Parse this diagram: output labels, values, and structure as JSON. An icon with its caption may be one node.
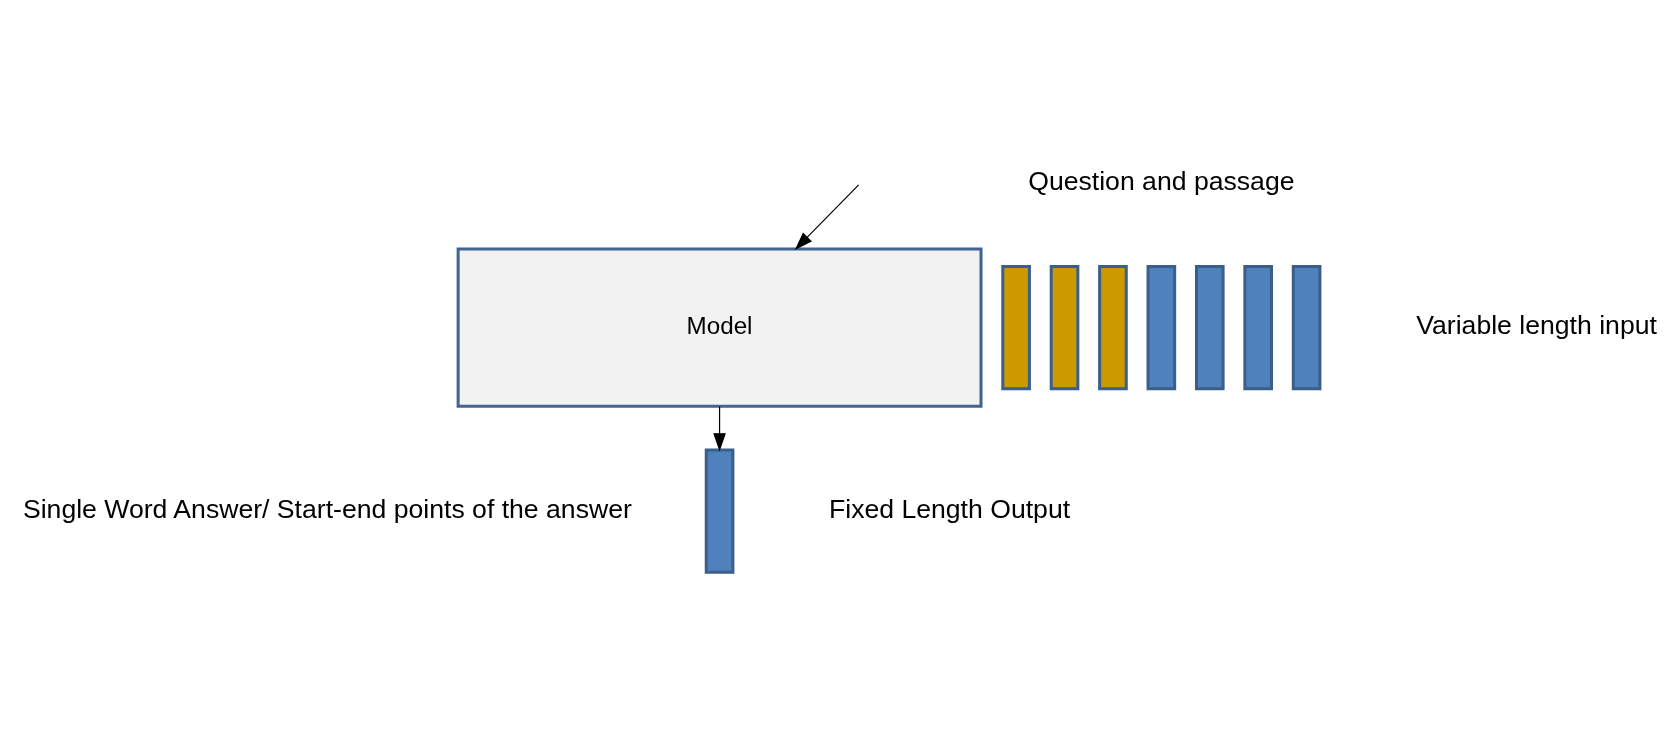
{
  "diagram": {
    "nodes": [
      {
        "text": [],
        "shape": "bar"
      },
      {
        "text": [
          "Model"
        ]
      },
      {
        "text": [],
        "shape": "bar"
      },
      {
        "text": [],
        "shape": "bar"
      },
      {
        "text": [],
        "shape": "bar"
      },
      {
        "text": [],
        "shape": "bar"
      },
      {
        "text": [],
        "shape": "bar"
      },
      {
        "text": [],
        "shape": "bar"
      },
      {
        "text": [],
        "shape": "bar"
      }
    ],
    "edges": [
      {
        "from": 1,
        "to": 0,
        "arrow": "to"
      },
      {
        "from": null,
        "to": 1,
        "arrow": "to"
      }
    ],
    "labels": [
      "Single Word Answer/ Start-end points of the answer",
      "Fixed Length Output",
      "Variable length input",
      "Question and passage"
    ]
  }
}
